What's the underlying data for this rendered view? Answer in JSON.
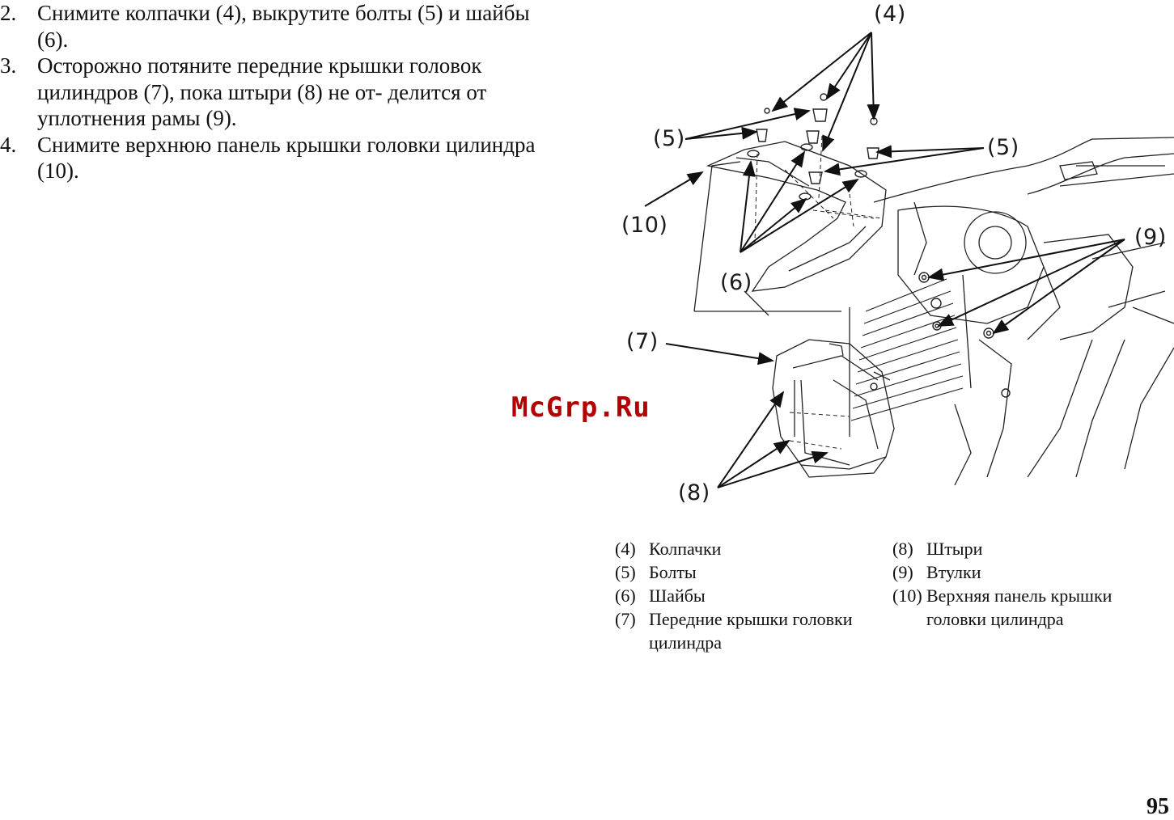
{
  "steps": [
    {
      "num": "2.",
      "text": "Снимите колпачки (4), выкрутите болты (5) и шайбы (6)."
    },
    {
      "num": "3.",
      "text": "Осторожно потяните передние крышки головок цилиндров (7), пока штыри (8) не от- делится от уплотнения рамы (9)."
    },
    {
      "num": "4.",
      "text": "Снимите верхнюю панель крышки головки цилиндра (10)."
    }
  ],
  "figure": {
    "callouts": {
      "c4": "(4)",
      "c5a": "(5)",
      "c5b": "(5)",
      "c6": "(6)",
      "c7": "(7)",
      "c8": "(8)",
      "c9": "(9)",
      "c10": "(10)"
    }
  },
  "watermark": "McGrp.Ru",
  "legend": {
    "left": [
      {
        "code": "(4)",
        "desc": "Колпачки"
      },
      {
        "code": "(5)",
        "desc": "Болты"
      },
      {
        "code": "(6)",
        "desc": "Шайбы"
      },
      {
        "code": "(7)",
        "desc": "Передние крышки головки цилиндра"
      }
    ],
    "right": [
      {
        "code": "(8)",
        "desc": "Штыри"
      },
      {
        "code": "(9)",
        "desc": "Втулки"
      },
      {
        "code": "(10)",
        "desc": "Верхняя панель крышки головки цилиндра"
      }
    ]
  },
  "page_number": "95",
  "colors": {
    "watermark": "#b30000",
    "ink": "#111111"
  }
}
